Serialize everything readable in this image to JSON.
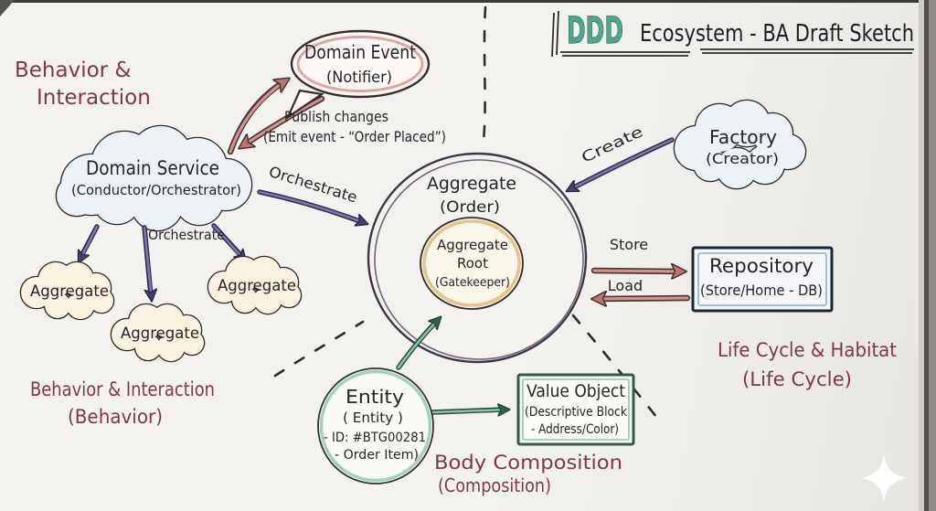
{
  "title": {
    "brand": "DDD",
    "text": "Ecosystem - BA Draft Sketch"
  },
  "region_labels": {
    "behavior_interaction": {
      "line1": "Behavior &",
      "line2": "Interaction"
    },
    "behavior": {
      "line1": "Behavior & Interaction",
      "line2": "(Behavior)"
    },
    "life_cycle": {
      "line1": "Life Cycle & Habitat",
      "line2": "(Life Cycle)"
    },
    "composition": {
      "line1": "Body Composition",
      "line2": "(Composition)"
    }
  },
  "nodes": {
    "domain_event": {
      "title": "Domain Event",
      "subtitle": "(Notifier)"
    },
    "publish_note": {
      "line1": "Publish changes",
      "line2": "(Emit event - “Order Placed”)"
    },
    "domain_service": {
      "title": "Domain Service",
      "subtitle": "(Conductor/Orchestrator)"
    },
    "aggregate_clouds": [
      "Aggregate",
      "Aggregate",
      "Aggregate"
    ],
    "aggregate": {
      "title": "Aggregate",
      "subtitle": "(Order)"
    },
    "aggregate_root": {
      "line1": "Aggregate",
      "line2": "Root",
      "line3": "(Gatekeeper)"
    },
    "factory": {
      "title": "Factory",
      "subtitle": "(Creator)"
    },
    "repository": {
      "title": "Repository",
      "subtitle": "(Store/Home - DB)"
    },
    "entity": {
      "title": "Entity",
      "line2": "( Entity )",
      "line3": "- ID: #BTG00281",
      "line4": "- Order Item)"
    },
    "value_object": {
      "title": "Value Object",
      "line2": "(Descriptive Block",
      "line3": "- Address/Color)"
    }
  },
  "edges": {
    "orchestrate_to_aggregate": "Orchestrate",
    "orchestrate_down": "Orchestrate",
    "create": "Create",
    "store": "Store",
    "load": "Load"
  },
  "colors": {
    "board": "#f1f0ec",
    "ink": "#26242a",
    "region_label": "#7c3a44",
    "brand_teal": "#4fa58e",
    "arrow_purple": "#584f85",
    "arrow_pink": "#c28483",
    "arrow_green": "#4f8a6e",
    "cloud_blue": "#edf2f6",
    "cloud_cream": "#f9f2e0",
    "root_gold": "#dfc188",
    "repository_navy": "#1b2736",
    "value_green": "#2e5c49"
  }
}
